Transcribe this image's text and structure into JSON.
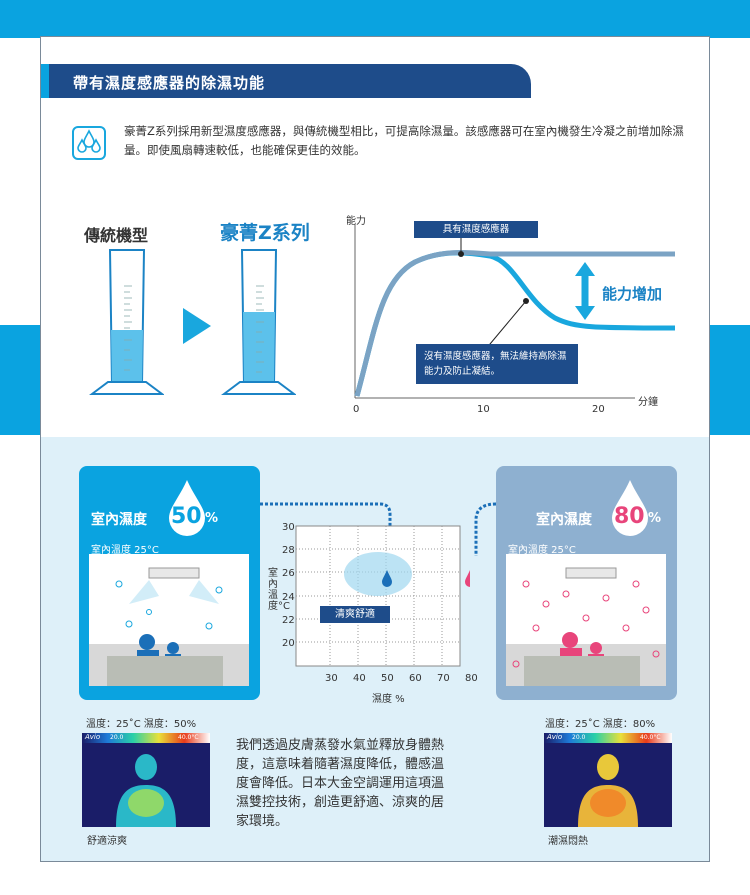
{
  "header": {
    "title": "帶有濕度感應器的除濕功能"
  },
  "intro": {
    "text": "豪菁Z系列採用新型濕度感應器，與傳統機型相比，可提高除濕量。該感應器可在室內機發生冷凝之前增加除濕量。即使風扇轉速較低，也能確保更佳的效能。",
    "icon": "water-drops-icon"
  },
  "comparison": {
    "traditional_label": "傳統機型",
    "z_series_label": "豪菁Z系列"
  },
  "capacity_graph": {
    "y_label": "能力",
    "x_unit": "分鐘",
    "x_ticks": [
      "0",
      "10",
      "20"
    ],
    "note_with_sensor": "具有濕度感應器",
    "note_without_sensor": "沒有濕度感應器，無法維持高除濕能力及防止凝結。",
    "boost_label": "能力增加"
  },
  "panels": {
    "left": {
      "title": "室內濕度",
      "percent": "50",
      "percent_sign": "%",
      "sub": "室內溫度 25°C",
      "caption": "溫度：25˚C  濕度：50%",
      "thermal_label": "舒適涼爽",
      "thermal_brand": "Avio",
      "thermal_scale_low": "20.0",
      "thermal_scale_high": "40.0°C"
    },
    "right": {
      "title": "室內濕度",
      "percent": "80",
      "percent_sign": "%",
      "sub": "室內溫度 25°C",
      "caption": "溫度：25˚C  濕度：80%",
      "thermal_label": "潮濕悶熱",
      "thermal_brand": "Avio",
      "thermal_scale_low": "20.0",
      "thermal_scale_high": "40.0°C"
    }
  },
  "comfort_chart": {
    "y_label": "室內溫度°C",
    "y_ticks": [
      "30",
      "28",
      "26",
      "24",
      "22",
      "20"
    ],
    "x_label": "濕度 %",
    "x_ticks": [
      "30",
      "40",
      "50",
      "60",
      "70",
      "80"
    ],
    "zone_label": "清爽舒適"
  },
  "description": "我們透過皮膚蒸發水氣並釋放身體熱度，這意味着隨著濕度降低，體感溫度會降低。日本大金空調運用這項溫濕雙控技術，創造更舒適、涼爽的居家環境。",
  "colors": {
    "accent": "#0aa3e0",
    "navy": "#1e4c8a",
    "pink": "#e8457b",
    "slate": "#8eb0d0"
  }
}
